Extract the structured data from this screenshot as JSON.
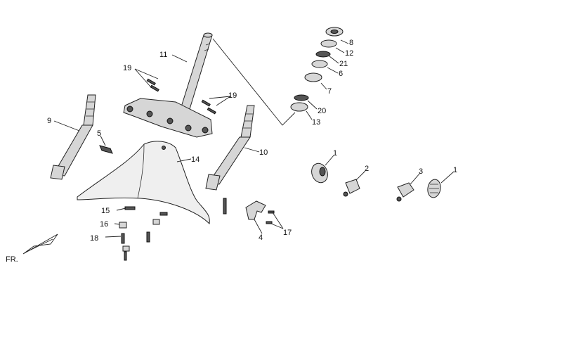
{
  "diagram": {
    "direction_label": "FR.",
    "callouts": {
      "c1a": "1",
      "c1b": "1",
      "c2": "2",
      "c3": "3",
      "c4": "4",
      "c5": "5",
      "c6": "6",
      "c7": "7",
      "c8": "8",
      "c9": "9",
      "c10": "10",
      "c11": "11",
      "c12": "12",
      "c13": "13",
      "c14": "14",
      "c15": "15",
      "c16": "16",
      "c17": "17",
      "c18": "18",
      "c19a": "19",
      "c19b": "19",
      "c20": "20",
      "c21": "21"
    }
  }
}
